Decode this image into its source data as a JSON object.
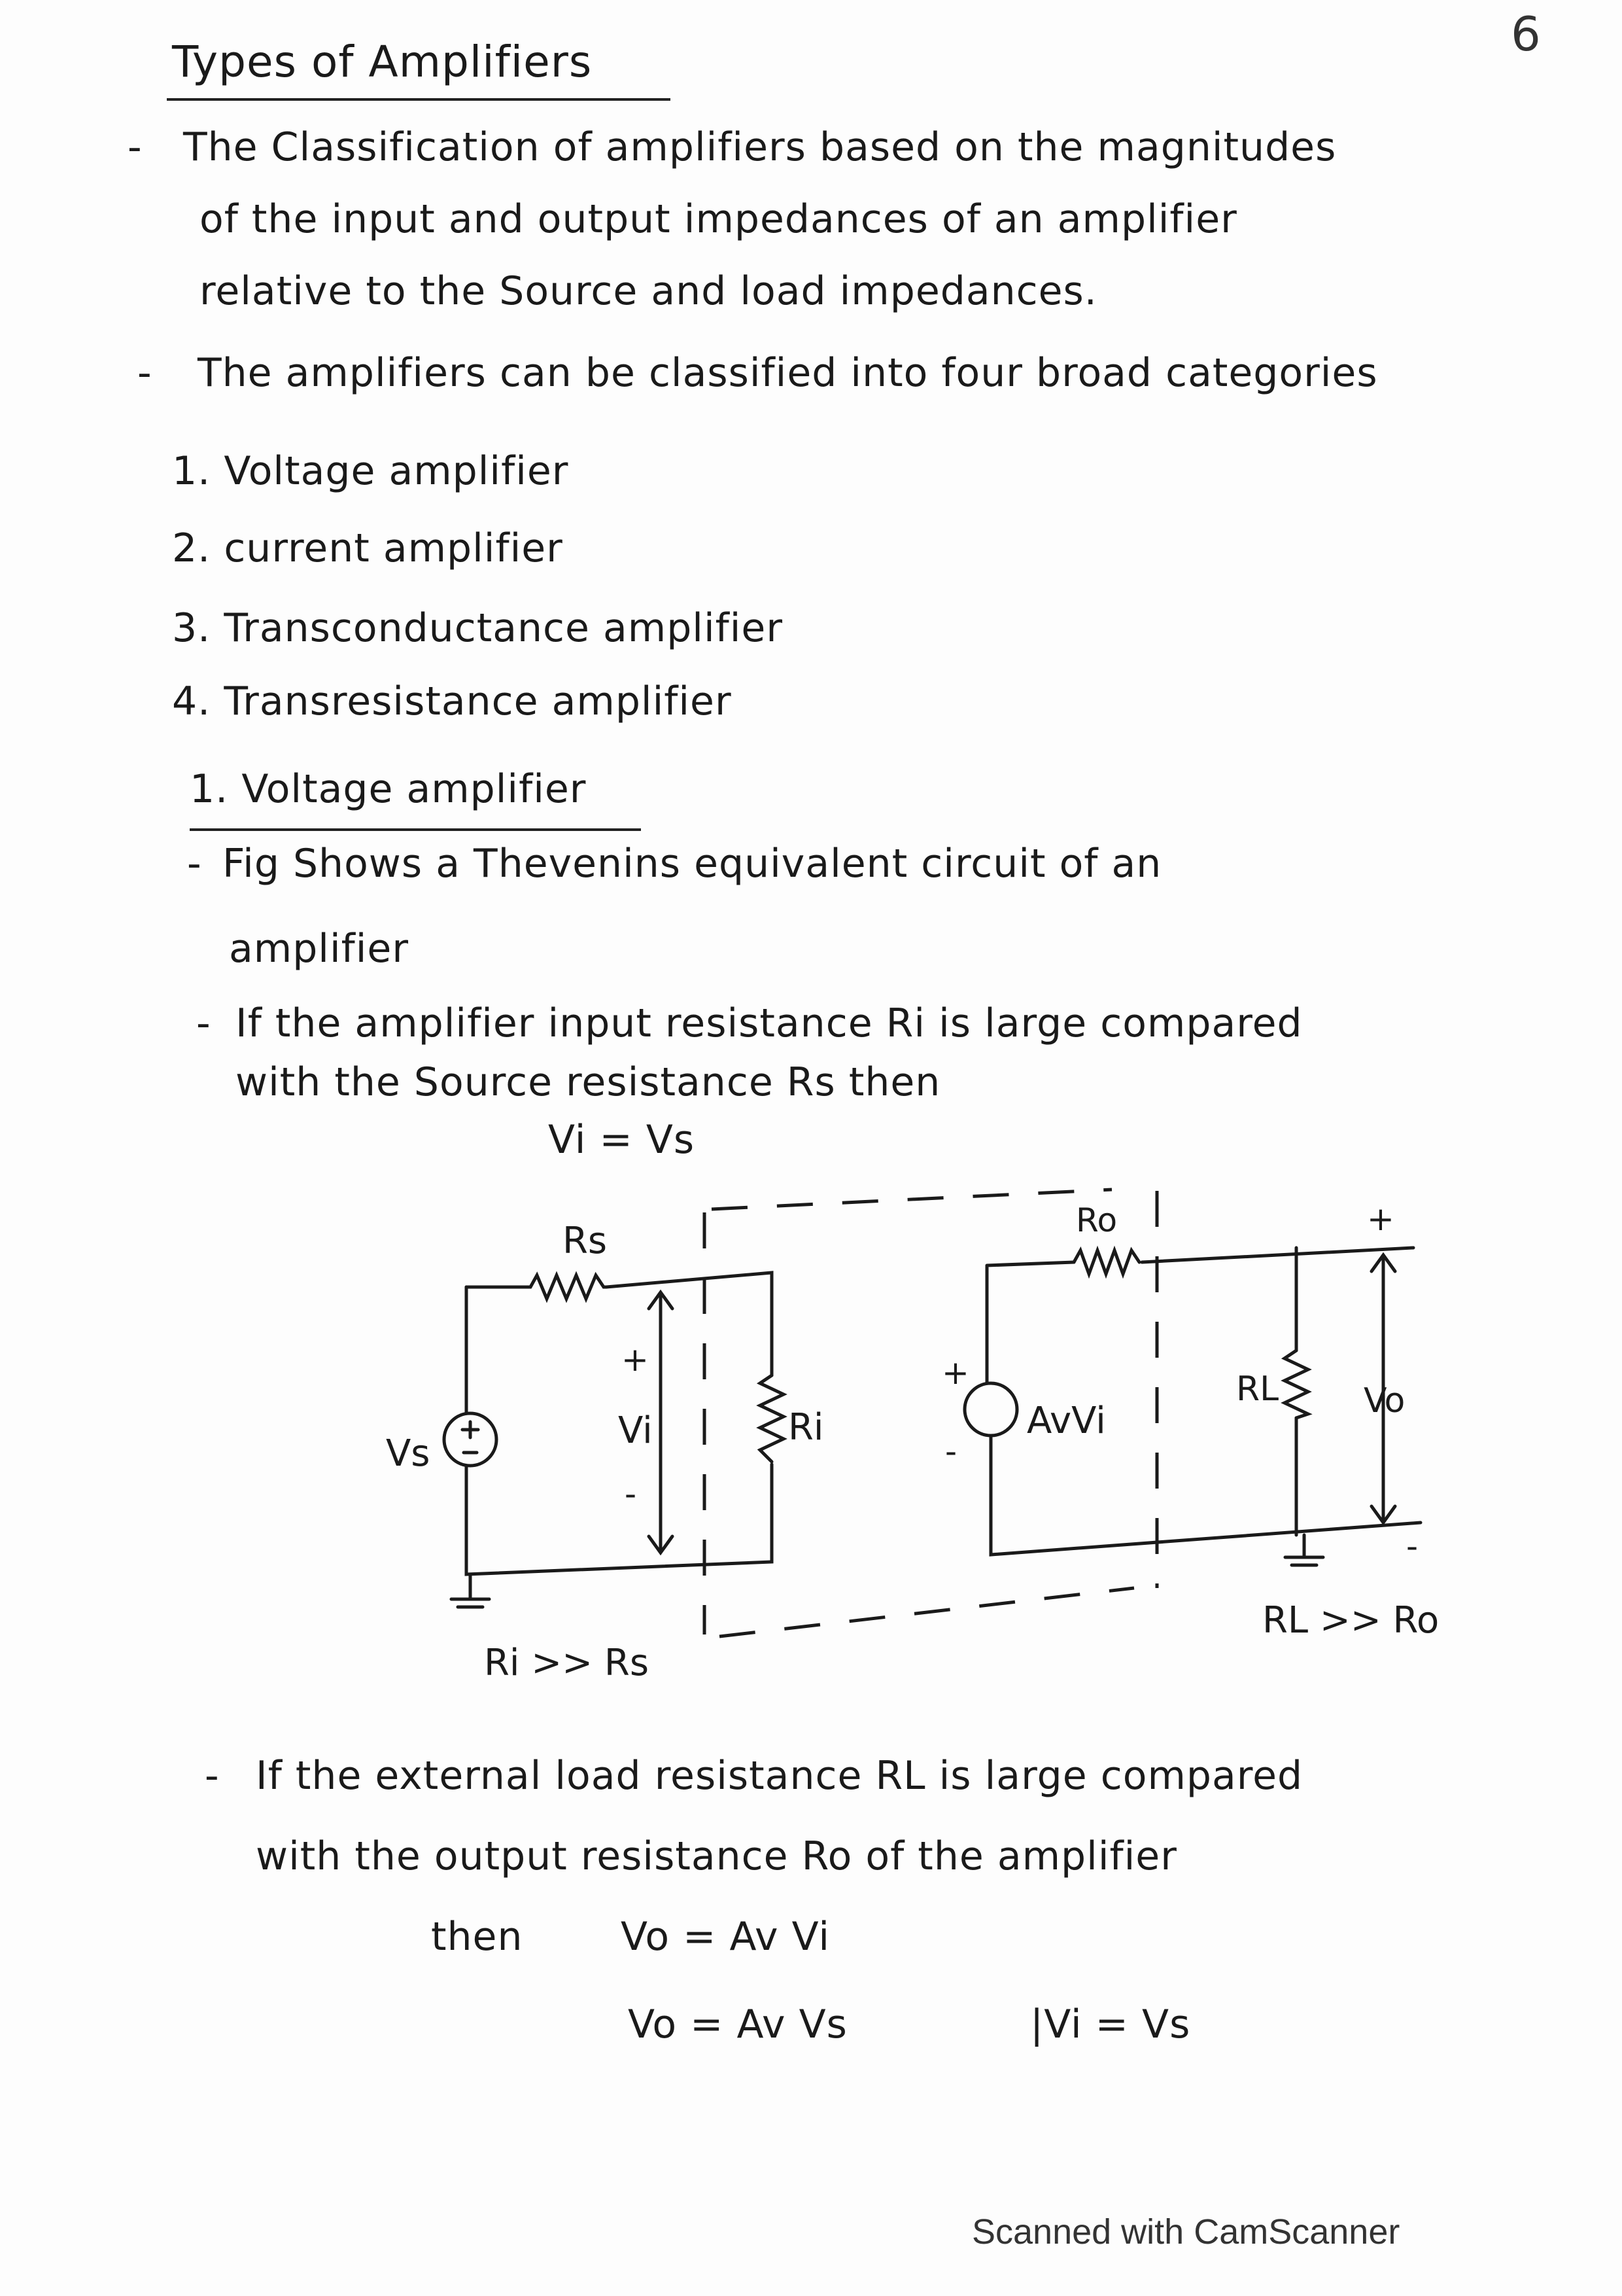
{
  "page_number": "6",
  "title": "Types of Amplifiers",
  "intro": {
    "bullet1": [
      "The Classification of amplifiers based on the magnitudes",
      "of the input and output impedances of an amplifier",
      "relative to the Source and load impedances."
    ],
    "bullet2": "The amplifiers can be classified into four broad categories"
  },
  "categories": [
    "1. Voltage amplifier",
    "2. current amplifier",
    "3. Transconductance amplifier",
    "4. Transresistance amplifier"
  ],
  "section": {
    "heading": "1. Voltage amplifier",
    "bullet1": [
      "Fig Shows a Thevenins equivalent circuit of an",
      "amplifier"
    ],
    "bullet2": [
      "If the amplifier input resistance Ri is large compared",
      "with the Source resistance Rs then"
    ],
    "eq1": "Vi = Vs"
  },
  "circuit": {
    "rs": "Rs",
    "vs": "Vs",
    "vi": "Vi",
    "ri": "Ri",
    "plus": "+",
    "minus": "-",
    "ro": "Ro",
    "avvi": "AvVi",
    "rl": "RL",
    "vo": "Vo",
    "cond_left": "Ri >> Rs",
    "cond_right": "RL >> Ro"
  },
  "conclusion": {
    "lines": [
      "If the external load resistance RL is large compared",
      "with the output resistance Ro of the amplifier"
    ],
    "then": "then",
    "eq2": "Vo = Av Vi",
    "eq3": "Vo = Av Vs",
    "eq4": "|Vi = Vs"
  },
  "watermark": "Scanned with CamScanner"
}
